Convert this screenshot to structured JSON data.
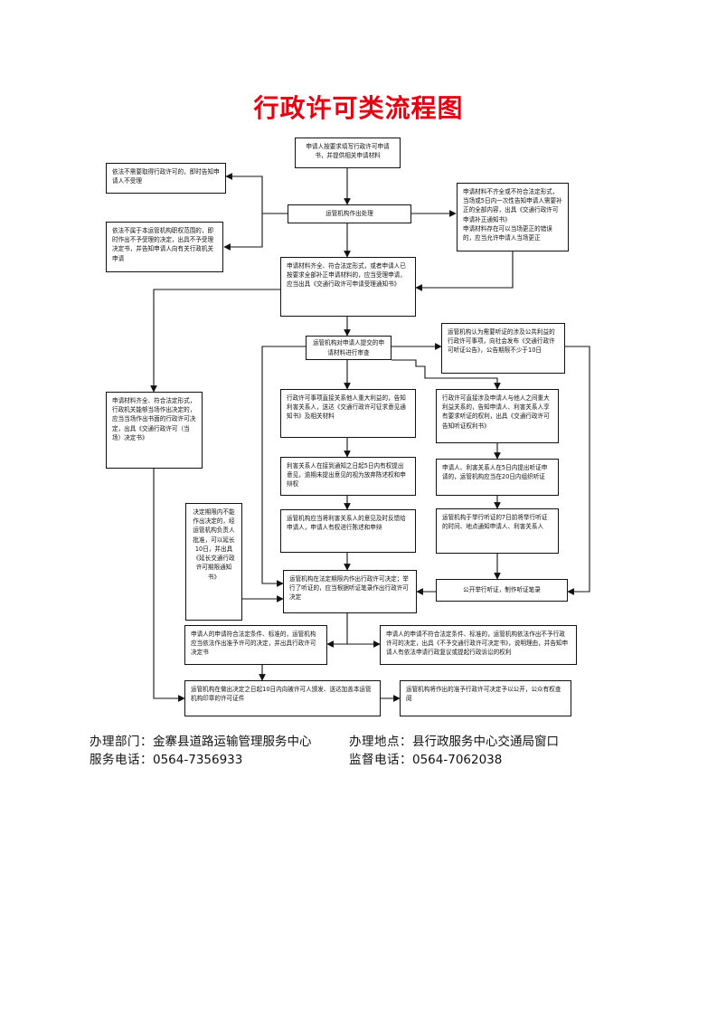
{
  "title": "行政许可类流程图",
  "nodes": {
    "apply": "申请人按要求填写行政许可申请书，并提供相关申请材料",
    "not_needed": "依法不需要取得行政许可的，即时告知申请人不受理",
    "not_in_scope": "依法不属于本运管机构职权范围的，即时作出不予受理的决定，出具不予受理决定书，并告知申请人向有关行政机关申请",
    "intake": "运管机构作出处理",
    "incomplete": "申请材料不齐全或不符合法定形式，当场或5日内一次性告知申请人需要补正的全部内容，出具《交通行政许可申请补正通知书》\n申请材料存在可以当场更正的错误的，应当允许申请人当场更正",
    "accept": "申请材料齐全、符合法定形式，或者申请人已按要求全部补正申请材料的，应当受理申请，应当出具《交通行政许可申请受理通知书》",
    "review": "运管机构对申请人提交的申请材料进行审查",
    "hearing_notice": "运管机构认为需要听证的涉及公共利益的行政许可事项，向社会发布《交通行政许可听证公告》，公告期限不少于10日",
    "onsite": "申请材料齐全、符合法定形式，行政机关能够当场作出决定的，应当当场作出书面的行政许可决定，出具《交通行政许可（当场）决定书》",
    "major_interest": "行政许可事项直接关系他人重大利益的，告知利害关系人，送达《交通行政许可征求意见通知书》及相关材料",
    "hearing_right": "行政许可直接涉及申请人与他人之间重大利益关系的，告知申请人、利害关系人享有要求听证的权利，出具《交通行政许可告知听证权利书》",
    "objection": "利害关系人在接到通知之日起5日内有权提出意见，逾期未提出意见的视为放弃陈述权和申辩权",
    "hearing_request": "申请人、利害关系人在5日内提出听证申请的，运管机构应当在20日内组织听证",
    "heard": "运管机构应当将利害关系人的意见及时反馈给申请人，申请人有权进行陈述和申辩",
    "hearing_schedule": "运管机构于举行听证的7日前将举行听证的时间、地点通知申请人、利害关系人",
    "extension": "决定期限内不能作出决定的，经运管机构负责人批准，可以延长10日，并出具《延长交通行政许可期限通知书》",
    "decision": "运管机构在法定期限内作出行政许可决定；举行了听证的，应当根据听证笔录作出行政许可决定",
    "hearing_record": "公开举行听证，制作听证笔录",
    "grant": "申请人的申请符合法定条件、标准的，运管机构应当依法作出准予许可的决定，并出具行政许可决定书",
    "deny": "申请人的申请不符合法定条件、标准的，运管机构依法作出不予行政许可的决定，出具《不予交通行政许可决定书》，说明理由，并告知申请人有依法申请行政复议或提起行政诉讼的权利",
    "license": "运管机构在做出决定之日起10日内向被许可人颁发、送达加盖本运管机构印章的许可证件",
    "public": "运管机构将作出的准予行政许可决定予以公开，公众有权查阅"
  },
  "footer": {
    "dept_label": "办理部门：",
    "dept_value": "金寨县道路运输管理服务中心",
    "place_label": "办理地点：",
    "place_value": "县行政服务中心交通局窗口",
    "service_label": "服务电话：",
    "service_value": "0564-7356933",
    "supervise_label": "监督电话：",
    "supervise_value": "0564-7062038"
  }
}
